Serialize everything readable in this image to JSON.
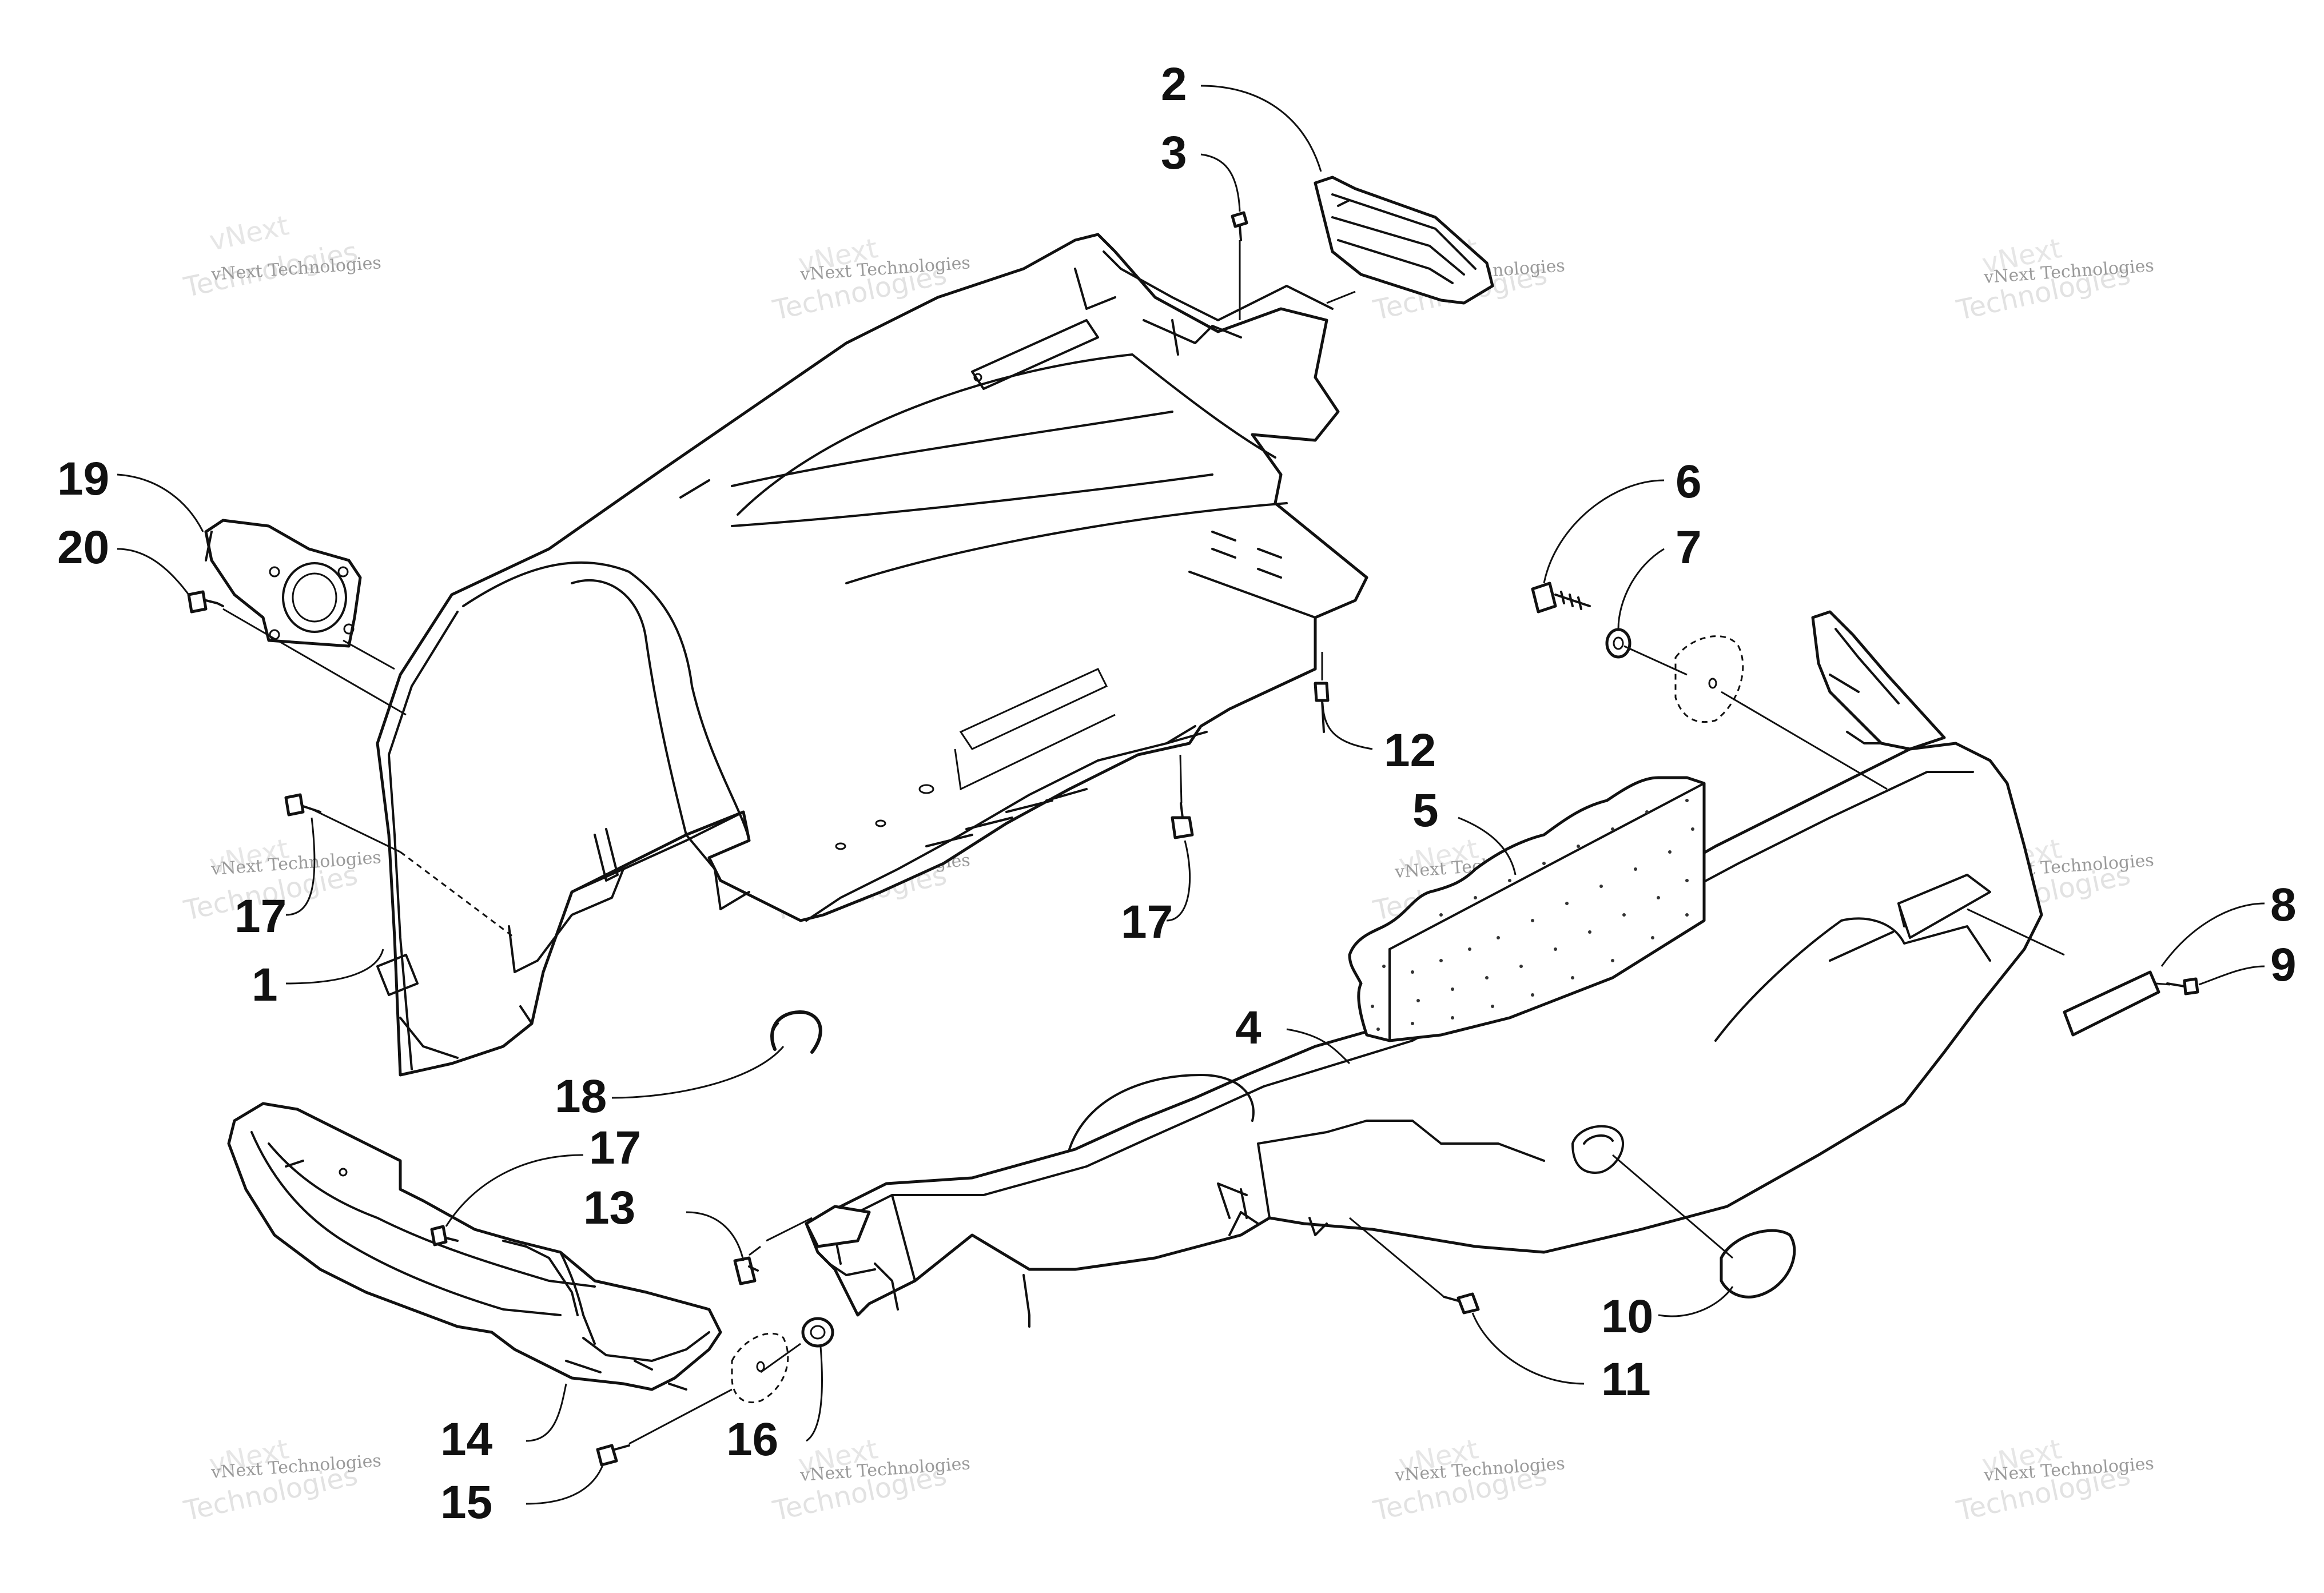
{
  "watermark": {
    "line_brand": "vNext Technologies",
    "line_top": "vNext",
    "line_bottom": "Technologies"
  },
  "callouts": [
    "1",
    "2",
    "3",
    "4",
    "5",
    "6",
    "7",
    "8",
    "9",
    "10",
    "11",
    "12",
    "13",
    "14",
    "15",
    "16",
    "17",
    "18",
    "19",
    "20"
  ],
  "colors": {
    "ink": "#111111",
    "background": "#ffffff",
    "watermark": "#9a9a9a"
  }
}
